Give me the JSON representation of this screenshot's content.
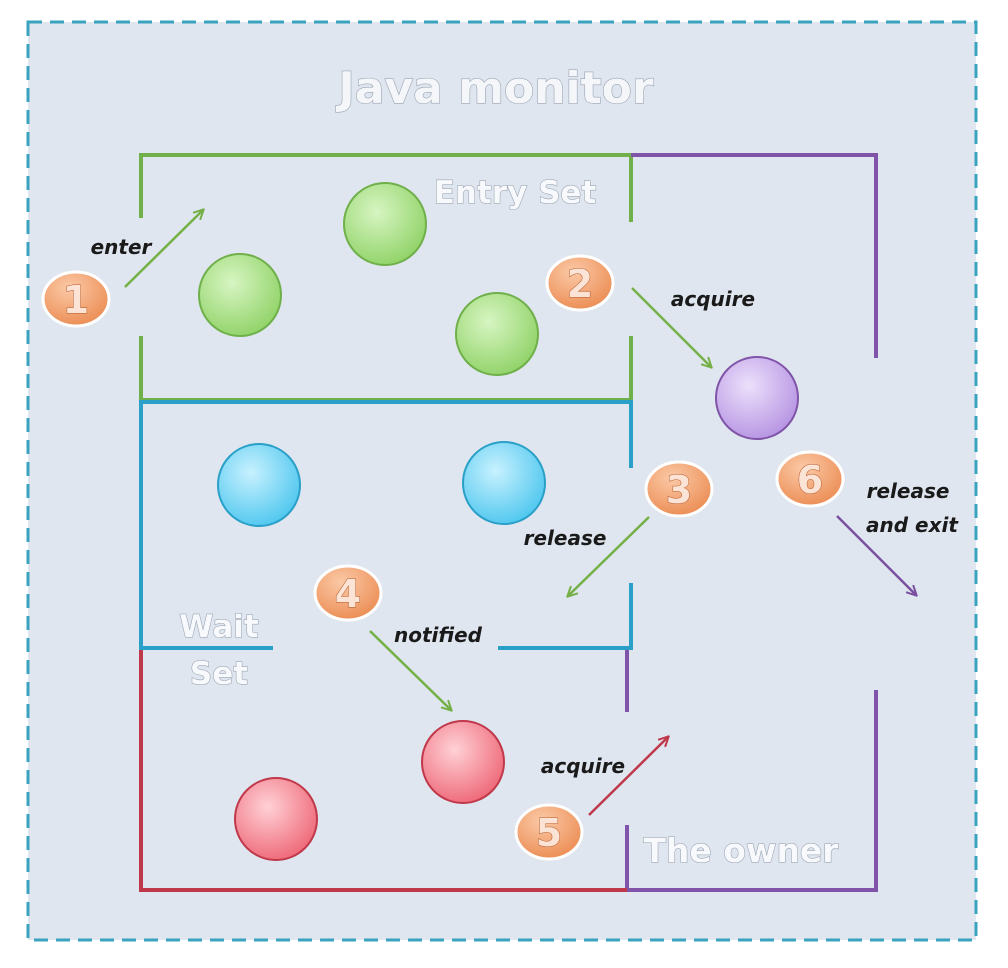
{
  "diagram": {
    "title": "Java monitor",
    "regions": {
      "entry_set": "Entry Set",
      "wait_set_line1": "Wait",
      "wait_set_line2": "Set",
      "owner": "The owner"
    },
    "steps": [
      "1",
      "2",
      "3",
      "4",
      "5",
      "6"
    ],
    "arrow_labels": {
      "enter": "enter",
      "acquire_entry": "acquire",
      "release_wait": "release",
      "notified": "notified",
      "acquire_wait": "acquire",
      "release_exit_line1": "release",
      "release_exit_line2": "and exit"
    },
    "colors": {
      "background": "#dfe6ef",
      "outer_border": "#3aa3bf",
      "entry_set": "#6fb04a",
      "wait_set": "#2aa0c8",
      "owner_room": "#8054a8",
      "red_room": "#c0394b",
      "green_thread": "#9fdc7a",
      "blue_thread": "#5fd0f0",
      "purple_thread": "#c2a3e6",
      "red_thread": "#f07a86",
      "step_badge": "#f0a070",
      "arrow_green": "#74b046",
      "arrow_red": "#c0394b",
      "arrow_purple": "#7a4fa0"
    }
  }
}
